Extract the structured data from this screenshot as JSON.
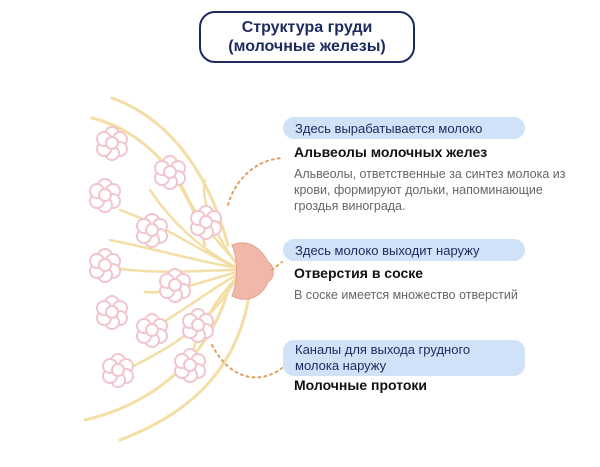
{
  "title": {
    "line1": "Структура груди",
    "line2": "(молочные железы)"
  },
  "sections": [
    {
      "pill": "Здесь вырабатывается молоко",
      "heading": "Альвеолы молочных желез",
      "description_lines": [
        "Альвеолы, ответственные за синтез молока из",
        "крови, формируют дольки, напоминающие",
        "гроздья винограда."
      ]
    },
    {
      "pill": "Здесь молоко выходит наружу",
      "heading": "Отверстия в соске",
      "description_lines": [
        "В соске имеется множество отверстий"
      ]
    },
    {
      "pill_lines": [
        "Каналы для выхода грудного",
        "молока наружу"
      ],
      "heading": "Молочные протоки"
    }
  ],
  "colors": {
    "title_border": "#1d2a5e",
    "pill_bg": "#cfe2f7",
    "outline": "#f3dfa6",
    "lobule_stroke": "#f1c5cd",
    "nipple": "#f0b8a8",
    "dotted": "#e0a060"
  }
}
